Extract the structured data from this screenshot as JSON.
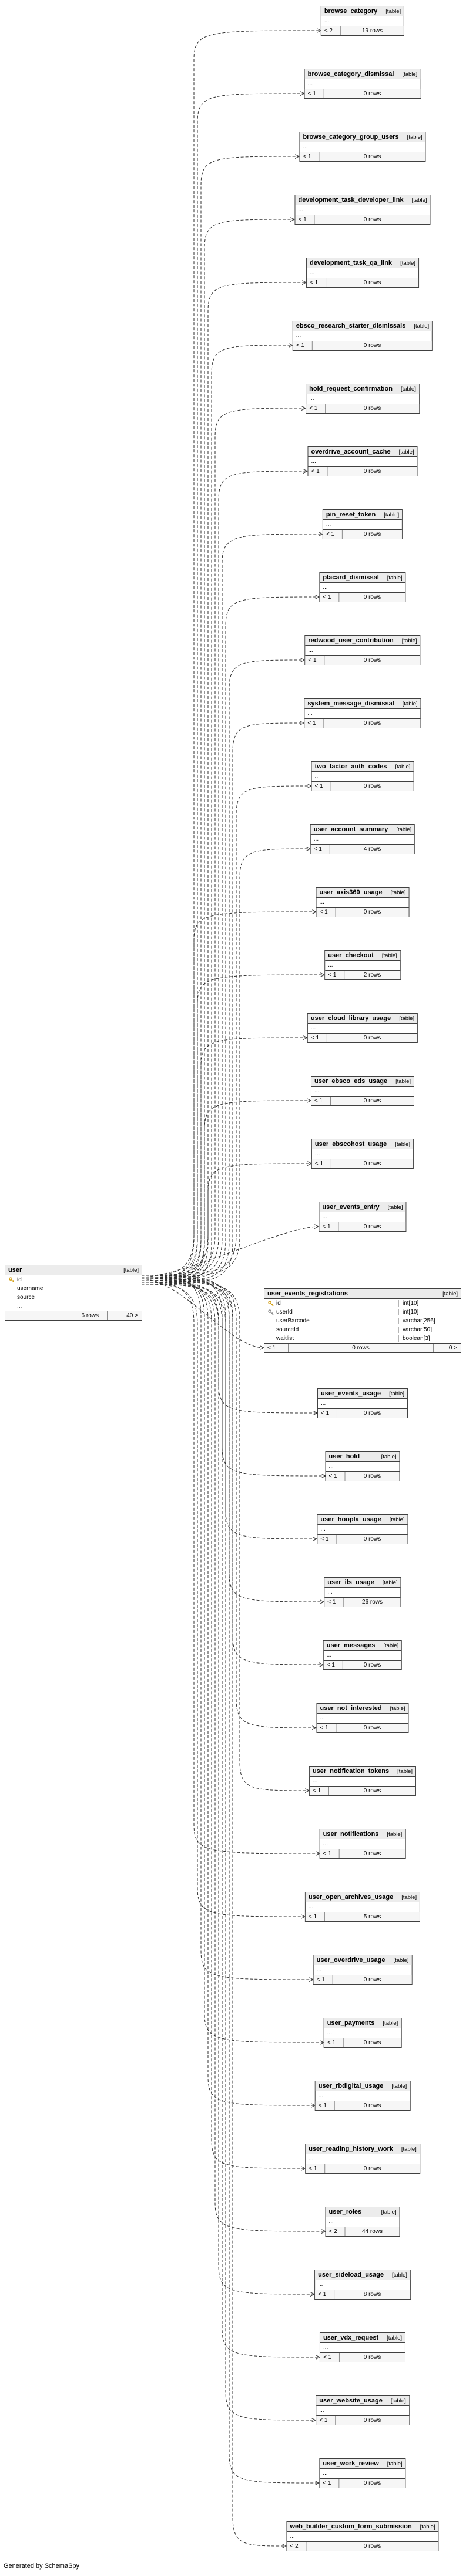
{
  "diagram": {
    "generated_by": "Generated by SchemaSpy",
    "table_tag": "[table]",
    "ellipsis": "...",
    "colors": {
      "border": "#404040",
      "header_bg": "#ececec",
      "connector": "#2f2f2f",
      "primary_key": "#d4a017",
      "foreign_key": "#8f8f8f"
    }
  },
  "user_table": {
    "name": "user",
    "tag": "[table]",
    "columns": [
      {
        "name": "id",
        "icon": "primary-key"
      },
      {
        "name": "username",
        "icon": ""
      },
      {
        "name": "source",
        "icon": ""
      },
      {
        "name": "...",
        "icon": ""
      }
    ],
    "rows_label": "6 rows",
    "children_label": "40 >"
  },
  "registrations_table": {
    "name": "user_events_registrations",
    "tag": "[table]",
    "columns": [
      {
        "name": "id",
        "type": "int[10]",
        "icon": "primary-key"
      },
      {
        "name": "userId",
        "type": "int[10]",
        "icon": "foreign-key"
      },
      {
        "name": "userBarcode",
        "type": "varchar[256]",
        "icon": ""
      },
      {
        "name": "sourceId",
        "type": "varchar[50]",
        "icon": ""
      },
      {
        "name": "waitlist",
        "type": "boolean[3]",
        "icon": ""
      }
    ],
    "parents_label": "< 1",
    "rows_label": "0 rows",
    "children_label": "0 >"
  },
  "related_tables": [
    {
      "name": "browse_category",
      "parents_label": "< 2",
      "rows_label": "19 rows"
    },
    {
      "name": "browse_category_dismissal",
      "parents_label": "< 1",
      "rows_label": "0 rows"
    },
    {
      "name": "browse_category_group_users",
      "parents_label": "< 1",
      "rows_label": "0 rows"
    },
    {
      "name": "development_task_developer_link",
      "parents_label": "< 1",
      "rows_label": "0 rows"
    },
    {
      "name": "development_task_qa_link",
      "parents_label": "< 1",
      "rows_label": "0 rows"
    },
    {
      "name": "ebsco_research_starter_dismissals",
      "parents_label": "< 1",
      "rows_label": "0 rows"
    },
    {
      "name": "hold_request_confirmation",
      "parents_label": "< 1",
      "rows_label": "0 rows"
    },
    {
      "name": "overdrive_account_cache",
      "parents_label": "< 1",
      "rows_label": "0 rows"
    },
    {
      "name": "pin_reset_token",
      "parents_label": "< 1",
      "rows_label": "0 rows"
    },
    {
      "name": "placard_dismissal",
      "parents_label": "< 1",
      "rows_label": "0 rows"
    },
    {
      "name": "redwood_user_contribution",
      "parents_label": "< 1",
      "rows_label": "0 rows"
    },
    {
      "name": "system_message_dismissal",
      "parents_label": "< 1",
      "rows_label": "0 rows"
    },
    {
      "name": "two_factor_auth_codes",
      "parents_label": "< 1",
      "rows_label": "0 rows"
    },
    {
      "name": "user_account_summary",
      "parents_label": "< 1",
      "rows_label": "4 rows"
    },
    {
      "name": "user_axis360_usage",
      "parents_label": "< 1",
      "rows_label": "0 rows"
    },
    {
      "name": "user_checkout",
      "parents_label": "< 1",
      "rows_label": "2 rows"
    },
    {
      "name": "user_cloud_library_usage",
      "parents_label": "< 1",
      "rows_label": "0 rows"
    },
    {
      "name": "user_ebsco_eds_usage",
      "parents_label": "< 1",
      "rows_label": "0 rows"
    },
    {
      "name": "user_ebscohost_usage",
      "parents_label": "< 1",
      "rows_label": "0 rows"
    },
    {
      "name": "user_events_entry",
      "parents_label": "< 1",
      "rows_label": "0 rows"
    },
    {
      "name": "user_events_usage",
      "parents_label": "< 1",
      "rows_label": "0 rows"
    },
    {
      "name": "user_hold",
      "parents_label": "< 1",
      "rows_label": "0 rows"
    },
    {
      "name": "user_hoopla_usage",
      "parents_label": "< 1",
      "rows_label": "0 rows"
    },
    {
      "name": "user_ils_usage",
      "parents_label": "< 1",
      "rows_label": "26 rows"
    },
    {
      "name": "user_messages",
      "parents_label": "< 1",
      "rows_label": "0 rows"
    },
    {
      "name": "user_not_interested",
      "parents_label": "< 1",
      "rows_label": "0 rows"
    },
    {
      "name": "user_notification_tokens",
      "parents_label": "< 1",
      "rows_label": "0 rows"
    },
    {
      "name": "user_notifications",
      "parents_label": "< 1",
      "rows_label": "0 rows"
    },
    {
      "name": "user_open_archives_usage",
      "parents_label": "< 1",
      "rows_label": "5 rows"
    },
    {
      "name": "user_overdrive_usage",
      "parents_label": "< 1",
      "rows_label": "0 rows"
    },
    {
      "name": "user_payments",
      "parents_label": "< 1",
      "rows_label": "0 rows"
    },
    {
      "name": "user_rbdigital_usage",
      "parents_label": "< 1",
      "rows_label": "0 rows"
    },
    {
      "name": "user_reading_history_work",
      "parents_label": "< 1",
      "rows_label": "0 rows"
    },
    {
      "name": "user_roles",
      "parents_label": "< 2",
      "rows_label": "44 rows"
    },
    {
      "name": "user_sideload_usage",
      "parents_label": "< 1",
      "rows_label": "8 rows"
    },
    {
      "name": "user_vdx_request",
      "parents_label": "< 1",
      "rows_label": "0 rows"
    },
    {
      "name": "user_website_usage",
      "parents_label": "< 1",
      "rows_label": "0 rows"
    },
    {
      "name": "user_work_review",
      "parents_label": "< 1",
      "rows_label": "0 rows"
    },
    {
      "name": "web_builder_custom_form_submission",
      "parents_label": "< 2",
      "rows_label": "0 rows"
    }
  ]
}
